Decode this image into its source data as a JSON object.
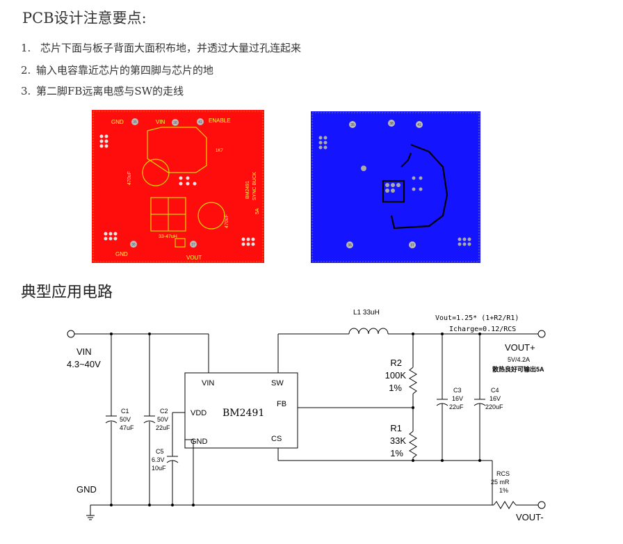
{
  "title": "PCB设计注意要点:",
  "notes": [
    {
      "num": "1.",
      "text": "芯片下面与板子背面大面积布地，并透过大量过孔连起来"
    },
    {
      "num": "2.",
      "text": "输入电容靠近芯片的第四脚与芯片的地"
    },
    {
      "num": "3.",
      "text": "第二脚FB远离电感与SW的走线"
    }
  ],
  "pcb_top": {
    "bg": "#ff0d0d",
    "labels": {
      "gnd1": "GND",
      "vin": "VIN",
      "enable": "ENABLE",
      "gnd2": "GND",
      "vout": "VOUT",
      "cap1": "470uF",
      "cap2": "470uF",
      "inductor": "33-47uH",
      "part": "BM2491",
      "sync": "SYNC BUCK",
      "amp": "5A",
      "r": "1K7"
    },
    "pads": {
      "p35": "35",
      "p38": "38",
      "p41": "41",
      "p36": "36",
      "p37": "37"
    }
  },
  "pcb_bottom": {
    "bg": "#1414ff",
    "pads": {
      "p35": "35",
      "p38": "38",
      "p41": "41",
      "p36": "36",
      "p37": "37"
    }
  },
  "section2_title": "典型应用电路",
  "schematic": {
    "vin_label": "VIN",
    "vin_range": "4.3~40V",
    "gnd_label": "GND",
    "chip": "BM2491",
    "pins": {
      "vin": "VIN",
      "sw": "SW",
      "fb": "FB",
      "vdd": "VDD",
      "gnd": "GND",
      "cs": "CS"
    },
    "l1": "L1  33uH",
    "formula": "Vout=1.25* (1+R2/R1)",
    "icharge": "Icharge=0.12/RCS",
    "vout_plus": "VOUT+",
    "vout_spec": "5V/4.2A",
    "vout_note": "散热良好可输出5A",
    "vout_minus": "VOUT-",
    "r2": [
      "R2",
      "100K",
      "1%"
    ],
    "r1": [
      "R1",
      "33K",
      "1%"
    ],
    "c1": [
      "C1",
      "50V",
      "47uF"
    ],
    "c2": [
      "C2",
      "50V",
      "22uF"
    ],
    "c5": [
      "C5",
      "6.3V",
      "10uF"
    ],
    "c3": [
      "C3",
      "16V",
      "22uF"
    ],
    "c4": [
      "C4",
      "16V",
      "220uF"
    ],
    "rcs": [
      "RCS",
      "25 mR",
      "1%"
    ]
  }
}
